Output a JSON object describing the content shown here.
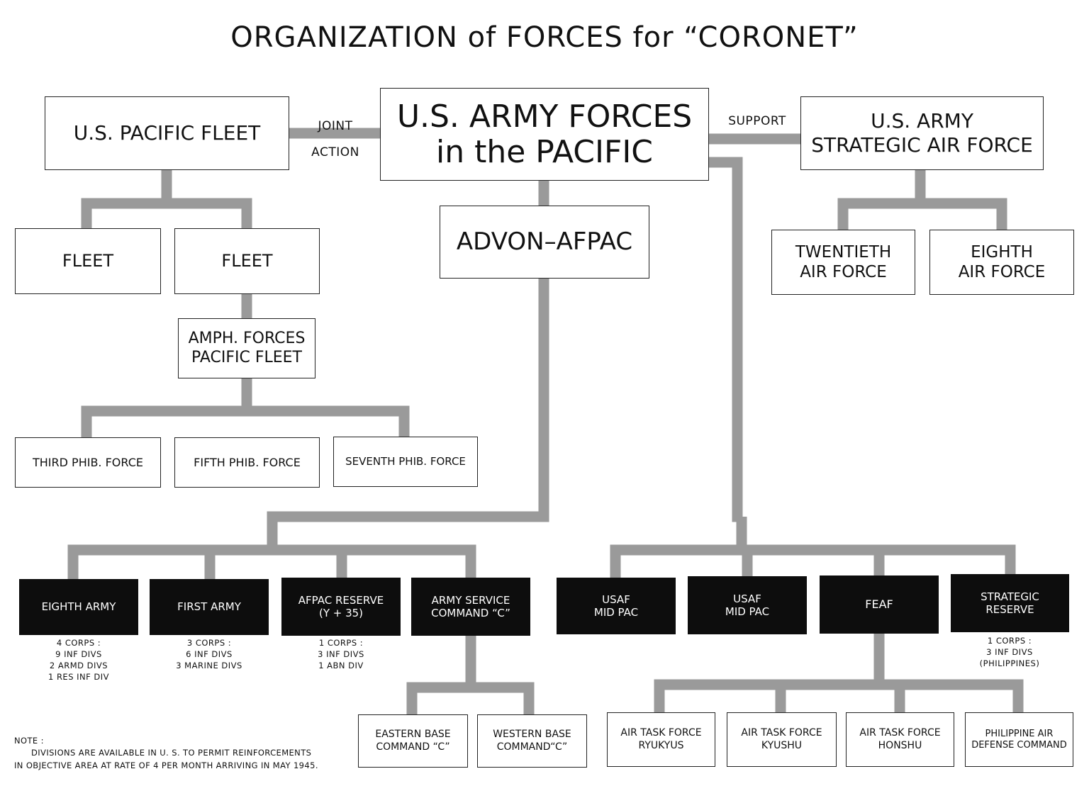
{
  "title": "ORGANIZATION of FORCES for “CORONET”",
  "labels": {
    "joint_action": "JOINT\nACTION",
    "support": "SUPPORT"
  },
  "nodes": {
    "afpac": "U.S. ARMY FORCES\nin the PACIFIC",
    "pacific_fleet": "U.S. PACIFIC FLEET",
    "strategic_air_force": "U.S. ARMY\nSTRATEGIC AIR FORCE",
    "fleet_1": "FLEET",
    "fleet_2": "FLEET",
    "advon_afpac": "ADVON–AFPAC",
    "twentieth_air_force": "TWENTIETH\nAIR FORCE",
    "eighth_air_force": "EIGHTH\nAIR FORCE",
    "amph_forces": "AMPH. FORCES\nPACIFIC FLEET",
    "third_phib": "THIRD PHIB. FORCE",
    "fifth_phib": "FIFTH PHIB. FORCE",
    "seventh_phib": "SEVENTH PHIB. FORCE",
    "eighth_army": "EIGHTH  ARMY",
    "first_army": "FIRST  ARMY",
    "afpac_reserve": "AFPAC  RESERVE\n(Y + 35)",
    "army_service_command": "ARMY  SERVICE\nCOMMAND “C”",
    "usaf_mid_pac_1": "USAF\nMID  PAC",
    "usaf_mid_pac_2": "USAF\nMID  PAC",
    "feaf": "FEAF",
    "strategic_reserve": "STRATEGIC\nRESERVE",
    "eastern_base": "EASTERN BASE\nCOMMAND “C”",
    "western_base": "WESTERN BASE\nCOMMAND“C”",
    "atf_ryukyus": "AIR TASK FORCE\nRYUKYUS",
    "atf_kyushu": "AIR TASK FORCE\nKYUSHU",
    "atf_honshu": "AIR TASK FORCE\nHONSHU",
    "philippine_air_defense": "PHILIPPINE AIR\nDEFENSE COMMAND"
  },
  "composition_notes": {
    "eighth_army": "4 CORPS :\n9 INF DIVS\n2 ARMD DIVS\n1 RES INF DIV",
    "first_army": "3 CORPS :\n6 INF DIVS\n3 MARINE DIVS",
    "afpac_reserve": "1 CORPS :\n3 INF DIVS\n1 ABN DIV",
    "strategic_reserve": "1 CORPS :\n3 INF DIVS\n(PHILIPPINES)"
  },
  "footnote": {
    "heading": "NOTE :",
    "line1": "DIVISIONS ARE AVAILABLE IN U. S. TO PERMIT REINFORCEMENTS",
    "line2": "IN OBJECTIVE AREA AT RATE OF 4 PER MONTH ARRIVING IN MAY 1945."
  },
  "colors": {
    "connector": "#9a9a9a",
    "box_border": "#222222",
    "dark_box": "#0d0d0d",
    "text": "#111111"
  }
}
